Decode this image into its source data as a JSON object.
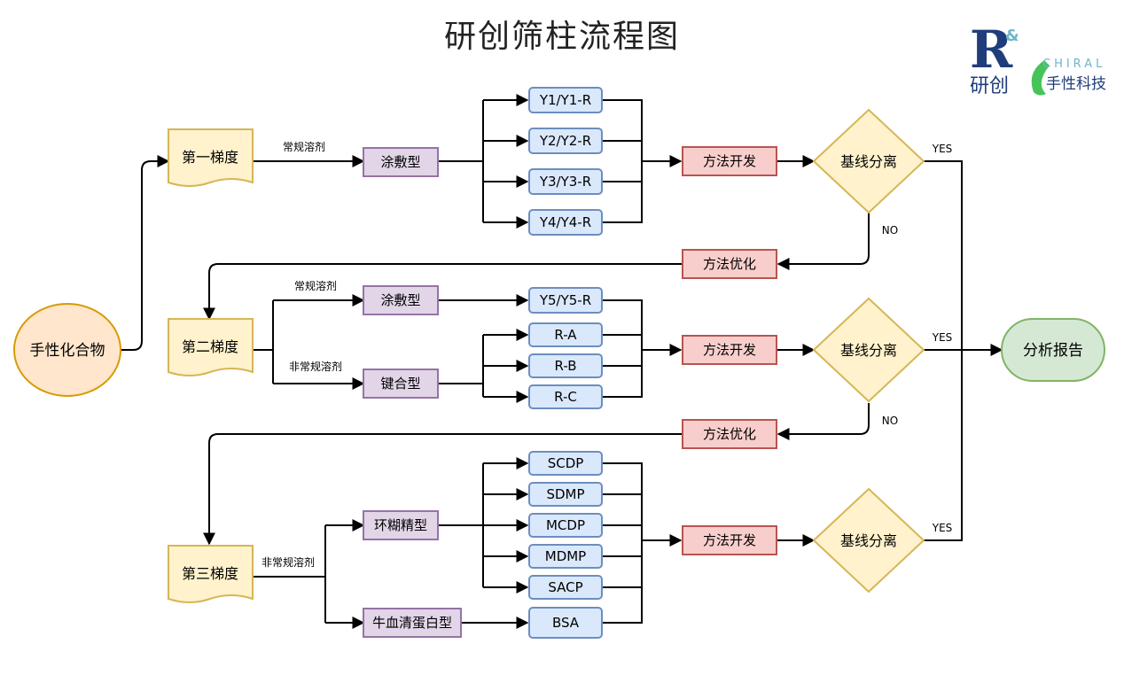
{
  "title": "研创筛柱流程图",
  "logo": {
    "mark": "R",
    "amp": "&",
    "chiral": "CHIRAL",
    "brand_left": "研创",
    "brand_right": "手性科技",
    "colors": {
      "navy": "#1f3d7a",
      "green": "#46c45a",
      "teal": "#6fb6c9"
    }
  },
  "start_node": "手性化合物",
  "end_node": "分析报告",
  "gradients": [
    "第一梯度",
    "第二梯度",
    "第三梯度"
  ],
  "edge_labels": {
    "conventional": "常规溶剂",
    "nonconventional": "非常规溶剂",
    "yes": "YES",
    "no": "NO"
  },
  "types": {
    "coated_1": "涂敷型",
    "coated_2": "涂敷型",
    "bonded": "键合型",
    "cyclodextrin": "环糊精型",
    "bsa": "牛血清蛋白型"
  },
  "columns": {
    "group1": [
      "Y1/Y1-R",
      "Y2/Y2-R",
      "Y3/Y3-R",
      "Y4/Y4-R"
    ],
    "group2a": [
      "Y5/Y5-R"
    ],
    "group2b": [
      "R-A",
      "R-B",
      "R-C"
    ],
    "group3a": [
      "SCDP",
      "SDMP",
      "MCDP",
      "MDMP",
      "SACP"
    ],
    "group3b": [
      "BSA"
    ]
  },
  "method_dev": "方法开发",
  "method_opt": "方法优化",
  "decision": "基线分离",
  "colors": {
    "yellow_fill": "#fff2cc",
    "yellow_stroke": "#d6b656",
    "purple_fill": "#e1d5e7",
    "purple_stroke": "#9673a6",
    "blue_fill": "#dae8fc",
    "blue_stroke": "#6c8ebf",
    "red_fill": "#f8cecc",
    "red_stroke": "#b85450",
    "green_fill": "#d5e8d4",
    "green_stroke": "#82b366",
    "orange_fill": "#ffe6cc",
    "orange_stroke": "#d79b00"
  }
}
